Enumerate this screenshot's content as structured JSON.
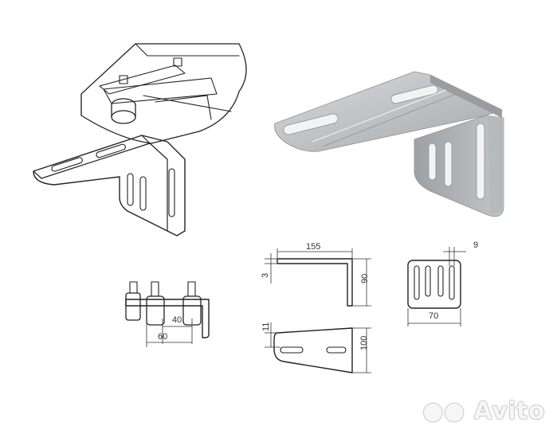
{
  "dimensions": {
    "side_length": "155",
    "side_thickness": "3",
    "side_height": "90",
    "front_gap": "9",
    "front_width": "70",
    "rollers_inner": "40",
    "rollers_outer": "60",
    "top_hole_offset": "11",
    "top_width": "100"
  },
  "watermark": {
    "text": "Avito"
  },
  "colors": {
    "metal_light": "#c9cbcd",
    "metal_mid": "#aeb0b3",
    "metal_dark": "#8d9093",
    "line": "#222222"
  }
}
